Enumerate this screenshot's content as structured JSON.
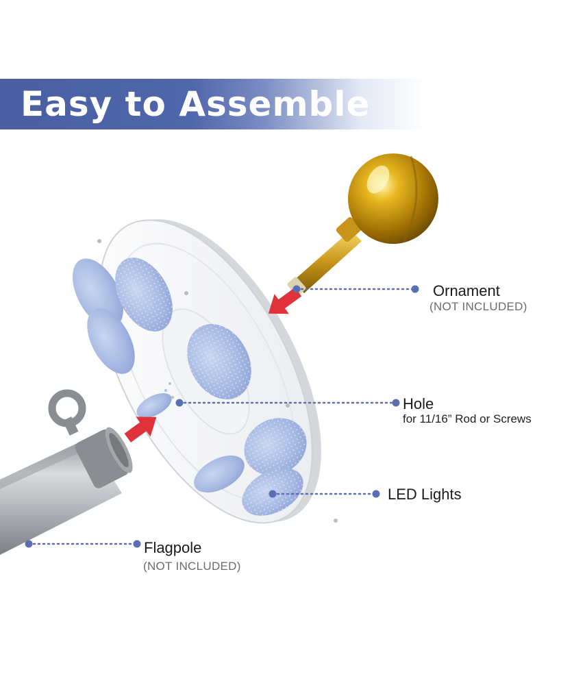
{
  "banner": {
    "title": "Easy to Assemble",
    "color": "#4a5fa3"
  },
  "callouts": {
    "ornament": {
      "label": "Ornament",
      "note": "(NOT INCLUDED)"
    },
    "hole": {
      "label": "Hole",
      "note": "for 11/16” Rod or Screws"
    },
    "led": {
      "label": "LED Lights"
    },
    "flagpole": {
      "label": "Flagpole",
      "note": "(NOT INCLUDED)"
    }
  },
  "colors": {
    "accent": "#4a5fa3",
    "arrow": "#e0323a",
    "leader": "#5a6fb0"
  },
  "icons": [
    "gold-ornament-ball",
    "solar-light-disc",
    "flagpole-tube",
    "red-arrow"
  ]
}
